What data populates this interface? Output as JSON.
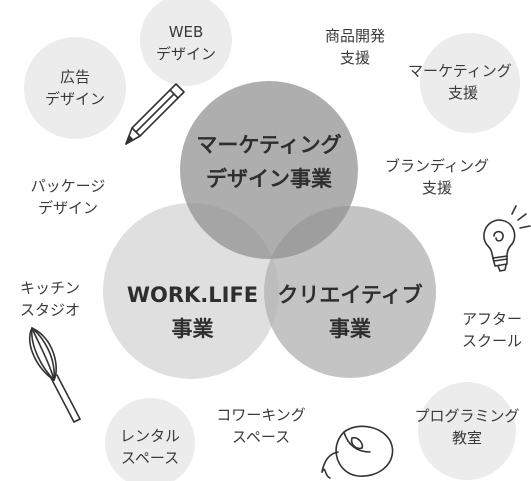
{
  "main_circles": {
    "marketing": [
      "マーケティング",
      "デザイン事業"
    ],
    "worklife": [
      "WORK.LIFE",
      "事業"
    ],
    "creative": [
      "クリエイティブ",
      "事業"
    ]
  },
  "services": {
    "web_design": [
      "WEB",
      "デザイン"
    ],
    "ad_design": [
      "広告",
      "デザイン"
    ],
    "product_dev": [
      "商品開発",
      "支援"
    ],
    "marketing_support": [
      "マーケティング",
      "支援"
    ],
    "branding_support": [
      "ブランディング",
      "支援"
    ],
    "package_design": [
      "パッケージ",
      "デザイン"
    ],
    "kitchen_studio": [
      "キッチン",
      "スタジオ"
    ],
    "after_school": [
      "アフター",
      "スクール"
    ],
    "rental_space": [
      "レンタル",
      "スペース"
    ],
    "coworking_space": [
      "コワーキング",
      "スペース"
    ],
    "programming_class": [
      "プログラミング",
      "教室"
    ]
  },
  "colors": {
    "marketing_circle": "#8f8f8f",
    "worklife_circle": "#d8d8d8",
    "creative_circle": "#b3b3b3",
    "small_circle": "#ececec",
    "text": "#3a3a3a"
  },
  "icons": [
    "pencil-icon",
    "light-bulb-icon",
    "whisk-icon",
    "computer-mouse-icon"
  ]
}
